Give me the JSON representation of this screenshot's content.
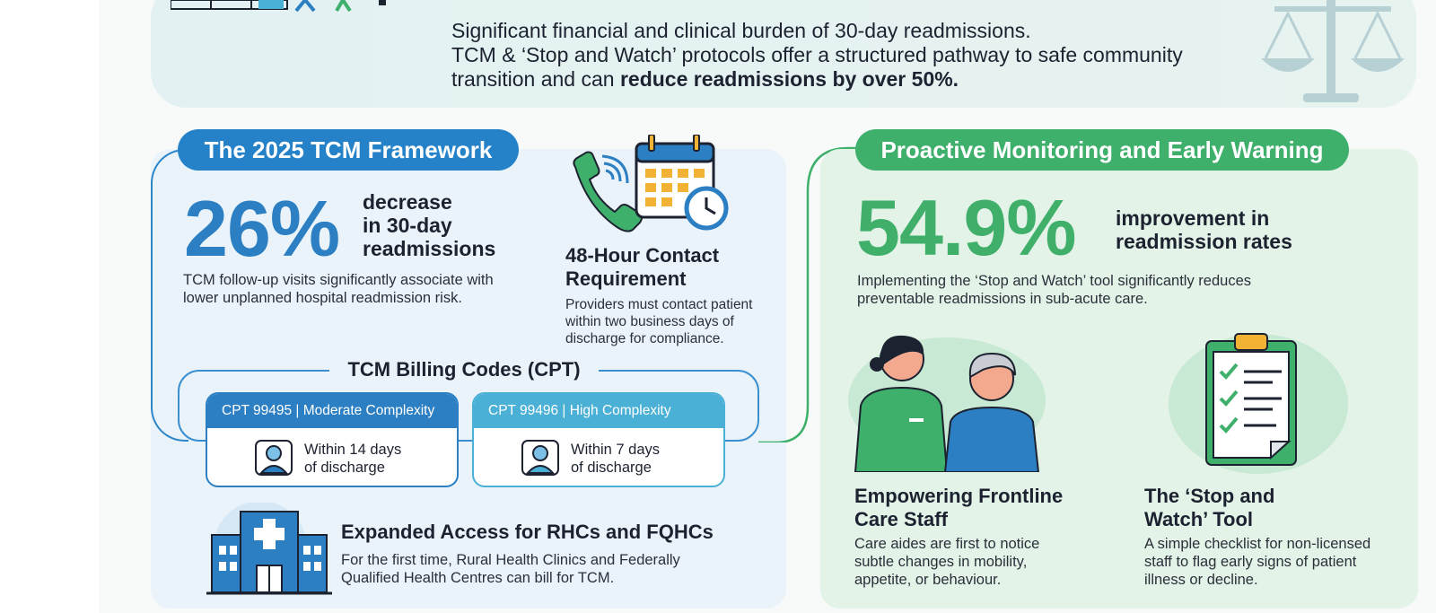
{
  "banner": {
    "line1": "Significant financial and clinical burden of 30-day readmissions.",
    "line2": "TCM & ‘Stop and Watch’ protocols offer a structured pathway to safe community",
    "line3_plain": "transition and can ",
    "line3_bold": "reduce readmissions by over 50%."
  },
  "tcm": {
    "pill": "The 2025 TCM Framework",
    "stat_value": "26%",
    "stat_label_1": "decrease",
    "stat_label_2": "in 30-day",
    "stat_label_3": "readmissions",
    "stat_desc_1": "TCM follow-up visits significantly associate with",
    "stat_desc_2": "lower unplanned hospital readmission risk.",
    "contact_title_1": "48-Hour Contact",
    "contact_title_2": "Requirement",
    "contact_desc_1": "Providers must contact patient",
    "contact_desc_2": "within two business days of",
    "contact_desc_3": "discharge for compliance.",
    "billing_title": "TCM Billing Codes (CPT)",
    "codes": [
      {
        "header": "CPT 99495 | Moderate Complexity",
        "line1": "Within 14 days",
        "line2": "of discharge"
      },
      {
        "header": "CPT 99496 | High Complexity",
        "line1": "Within 7 days",
        "line2": "of discharge"
      }
    ],
    "access_title": "Expanded Access for RHCs and FQHCs",
    "access_desc_1": "For the first time, Rural Health Clinics and Federally",
    "access_desc_2": "Qualified Health Centres can bill for TCM."
  },
  "monitoring": {
    "pill": "Proactive Monitoring and Early Warning",
    "stat_value": "54.9%",
    "stat_label_1": "improvement in",
    "stat_label_2": "readmission rates",
    "stat_desc_1": "Implementing the ‘Stop and Watch’ tool significantly reduces",
    "stat_desc_2": "preventable readmissions in sub-acute care.",
    "staff_title_1": "Empowering Frontline",
    "staff_title_2": "Care Staff",
    "staff_desc_1": "Care aides are first to notice",
    "staff_desc_2": "subtle changes in mobility,",
    "staff_desc_3": "appetite, or behaviour.",
    "tool_title_1": "The ‘Stop and",
    "tool_title_2": "Watch’ Tool",
    "tool_desc_1": "A simple checklist for non-licensed",
    "tool_desc_2": "staff to flag early signs of patient",
    "tool_desc_3": "illness or decline."
  },
  "icons": [
    "hospital-building-icon",
    "people-illustration-icon",
    "scales-icon",
    "phone-icon",
    "calendar-clock-icon",
    "patient-badge-icon",
    "nurse-patient-icon",
    "clipboard-checklist-icon"
  ],
  "colors": {
    "blue": "#2b7fc2",
    "light_blue": "#4ab0d6",
    "green": "#3fb06b",
    "panel_blue": "#eaf3fa",
    "panel_green": "#e3f3e8"
  }
}
